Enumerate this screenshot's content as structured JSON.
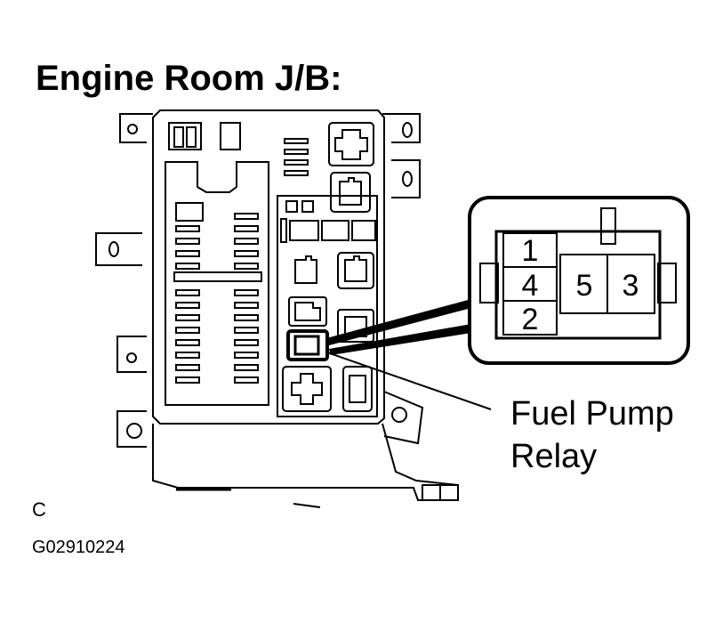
{
  "title": "Engine Room J/B:",
  "callout": {
    "line1": "Fuel Pump",
    "line2": "Relay"
  },
  "connector_pins": {
    "p1": "1",
    "p4": "4",
    "p2": "2",
    "p5": "5",
    "p3": "3"
  },
  "view_letter": "C",
  "figure_code": "G02910224"
}
